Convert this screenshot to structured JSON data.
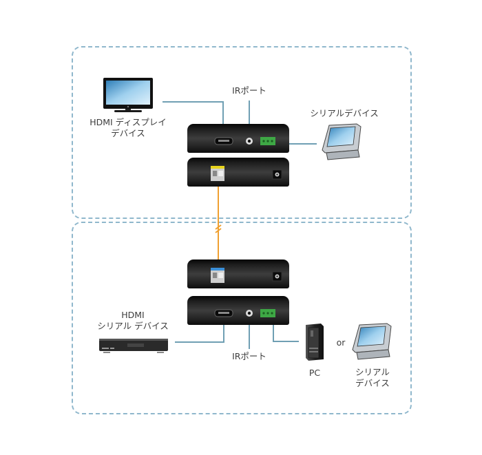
{
  "colors": {
    "zone_border": "#8fb7cc",
    "cable": "#6f9fb3",
    "fiber": "#f0a030",
    "device_body": "#262626",
    "terminal_green": "#3ea845"
  },
  "top_site": {
    "display": {
      "label_line1": "HDMI ディスプレイ",
      "label_line2": "デバイス",
      "icon": "monitor-icon"
    },
    "ir_label": "IRポート",
    "serial": {
      "label": "シリアルデバイス",
      "icon": "touch-panel-icon"
    },
    "transmitter_front": {
      "ports": [
        "hdmi-port",
        "ir-port",
        "serial-terminal"
      ]
    },
    "transmitter_rear": {
      "ports": [
        "sfp-fiber-port",
        "dc-power-jack"
      ]
    }
  },
  "bottom_site": {
    "source": {
      "label_line1": "HDMI",
      "label_line2": "シリアル デバイス",
      "icon": "set-top-box-icon"
    },
    "ir_label": "IRポート",
    "pc": {
      "label": "PC",
      "icon": "pc-tower-icon"
    },
    "or_label": "or",
    "serial": {
      "label_line1": "シリアル",
      "label_line2": "デバイス",
      "icon": "touch-panel-icon"
    },
    "receiver_rear": {
      "ports": [
        "sfp-fiber-port",
        "dc-power-jack"
      ]
    },
    "receiver_front": {
      "ports": [
        "hdmi-port",
        "ir-port",
        "serial-terminal"
      ]
    }
  },
  "link": {
    "type": "fiber",
    "break_symbol": "//"
  }
}
